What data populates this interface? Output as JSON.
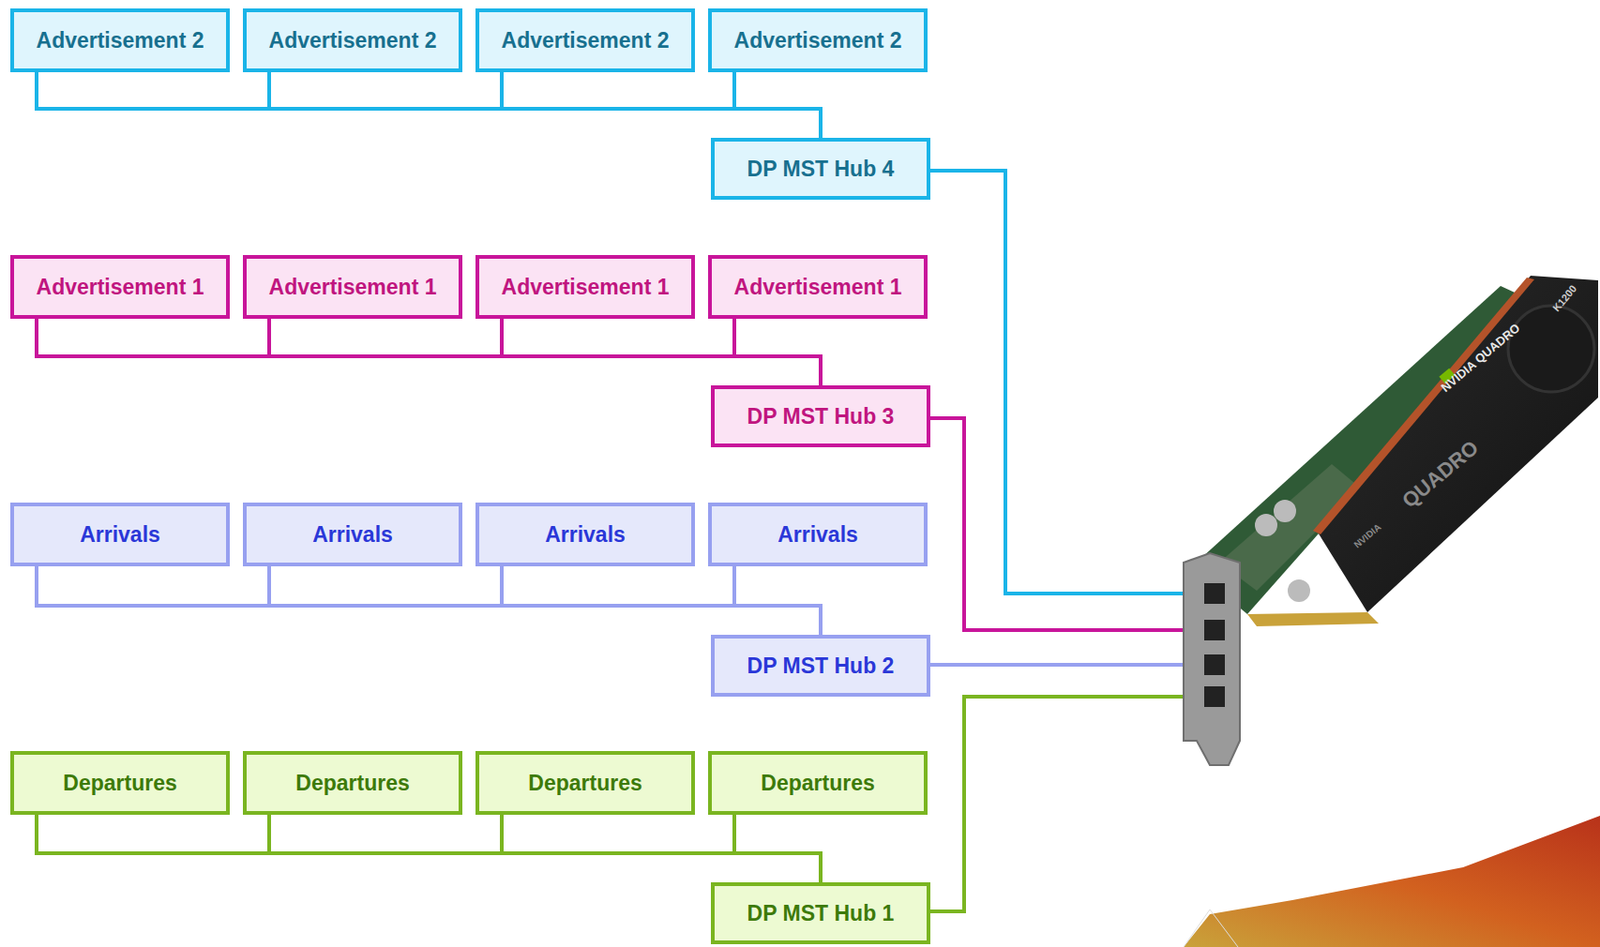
{
  "diagram": {
    "nodes": [
      {
        "text": [
          "Advertisement 2"
        ]
      },
      {
        "text": [
          "Advertisement 2"
        ]
      },
      {
        "text": [
          "Advertisement 2"
        ]
      },
      {
        "text": [
          "Advertisement 2"
        ]
      },
      {
        "text": [
          "DP MST Hub 4"
        ]
      },
      {
        "text": [
          "Advertisement 1"
        ]
      },
      {
        "text": [
          "Advertisement 1"
        ]
      },
      {
        "text": [
          "Advertisement 1"
        ]
      },
      {
        "text": [
          "Advertisement 1"
        ]
      },
      {
        "text": [
          "DP MST Hub 3"
        ]
      },
      {
        "text": [
          "Arrivals"
        ]
      },
      {
        "text": [
          "Arrivals"
        ]
      },
      {
        "text": [
          "Arrivals"
        ]
      },
      {
        "text": [
          "Arrivals"
        ]
      },
      {
        "text": [
          "DP MST Hub 2"
        ]
      },
      {
        "text": [
          "Departures"
        ]
      },
      {
        "text": [
          "Departures"
        ]
      },
      {
        "text": [
          "Departures"
        ]
      },
      {
        "text": [
          "Departures"
        ]
      },
      {
        "text": [
          "DP MST Hub 1"
        ]
      }
    ],
    "edges": [
      {
        "from": 0,
        "to": 4,
        "arrow": "none"
      },
      {
        "from": 1,
        "to": 4,
        "arrow": "none"
      },
      {
        "from": 2,
        "to": 4,
        "arrow": "none"
      },
      {
        "from": 3,
        "to": 4,
        "arrow": "none"
      },
      {
        "from": 5,
        "to": 9,
        "arrow": "none"
      },
      {
        "from": 6,
        "to": 9,
        "arrow": "none"
      },
      {
        "from": 7,
        "to": 9,
        "arrow": "none"
      },
      {
        "from": 8,
        "to": 9,
        "arrow": "none"
      },
      {
        "from": 10,
        "to": 14,
        "arrow": "none"
      },
      {
        "from": 11,
        "to": 14,
        "arrow": "none"
      },
      {
        "from": 12,
        "to": 14,
        "arrow": "none"
      },
      {
        "from": 13,
        "to": 14,
        "arrow": "none"
      },
      {
        "from": 15,
        "to": 19,
        "arrow": "none"
      },
      {
        "from": 16,
        "to": 19,
        "arrow": "none"
      },
      {
        "from": 17,
        "to": 19,
        "arrow": "none"
      },
      {
        "from": 18,
        "to": 19,
        "arrow": "none"
      }
    ],
    "labels": [
      "NVIDIA QUADRO",
      "K1200",
      "QUADRO",
      "NVIDIA"
    ]
  }
}
